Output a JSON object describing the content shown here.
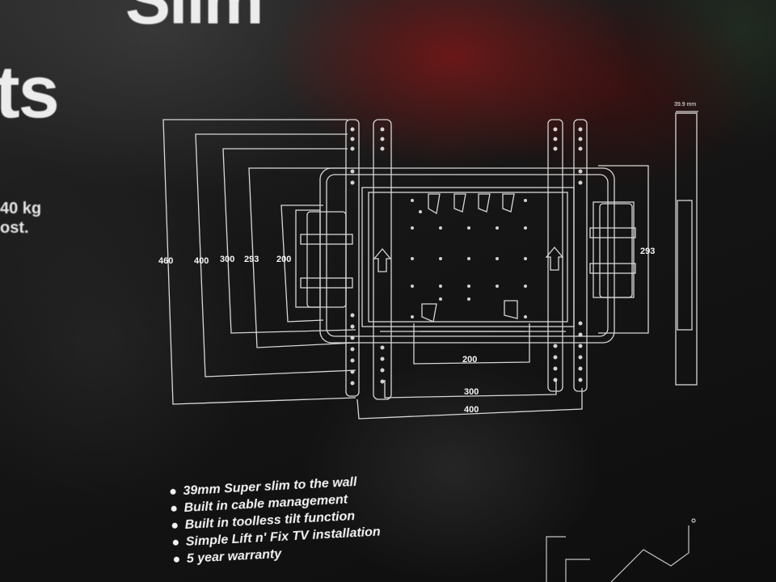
{
  "heading": {
    "line1": "Slim",
    "line2": "ts"
  },
  "side_text": {
    "line1": "40 kg",
    "line2": "ost."
  },
  "dimensions": {
    "height_labels": [
      "460",
      "400",
      "300",
      "293",
      "200"
    ],
    "right_height": "293",
    "width_labels": [
      "200",
      "300",
      "400"
    ],
    "depth": "39.9 mm"
  },
  "features": [
    "39mm Super slim to the wall",
    "Built in cable management",
    "Built in toolless tilt function",
    "Simple Lift n' Fix TV installation",
    "5 year warranty"
  ],
  "colors": {
    "line": "#e8e8e8",
    "accent_red": "#7a1616",
    "background": "#141414"
  }
}
